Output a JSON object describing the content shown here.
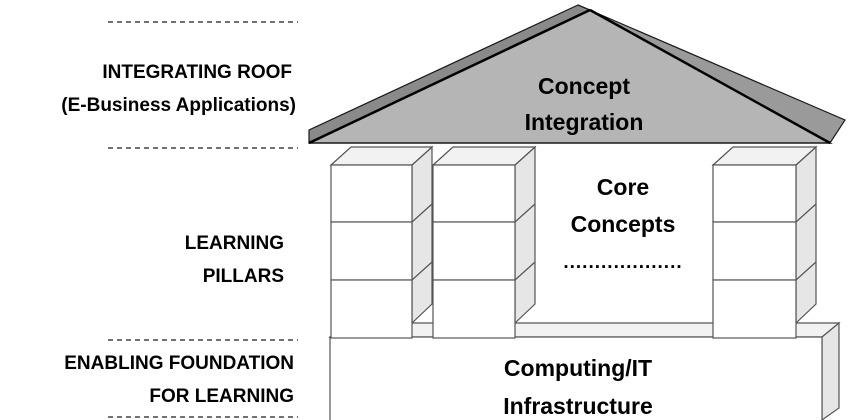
{
  "labels": {
    "roof_line1": "INTEGRATING ROOF",
    "roof_line2": "(E-Business Applications)",
    "pillars_line1": "LEARNING",
    "pillars_line2": "PILLARS",
    "foundation_line1": "ENABLING FOUNDATION",
    "foundation_line2": "FOR LEARNING"
  },
  "house": {
    "roof_line1": "Concept",
    "roof_line2": "Integration",
    "core_line1": "Core",
    "core_line2": "Concepts",
    "core_dots": "...................",
    "base_line1": "Computing/IT",
    "base_line2": "Infrastructure"
  },
  "colors": {
    "roof_face": "#b5b5b5",
    "roof_edge": "#7a7a7a",
    "box_front": "#ffffff",
    "box_side": "#e6e6e6",
    "box_top": "#f2f2f2",
    "outline": "#555555",
    "text": "#000000"
  }
}
